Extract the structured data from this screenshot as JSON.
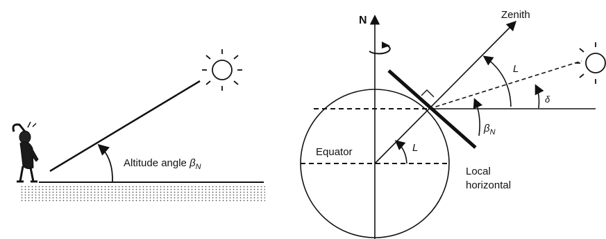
{
  "colors": {
    "ink": "#111111",
    "ground_dots": "#555555",
    "background": "#ffffff"
  },
  "left_panel": {
    "altitude_label_text": "Altitude angle ",
    "altitude_symbol": "β",
    "altitude_subscript": "N",
    "icons": [
      "observer-figure-icon",
      "sun-icon",
      "ground-hatching"
    ]
  },
  "right_panel": {
    "north_label": "N",
    "zenith_label": "Zenith",
    "latitude_symbol": "L",
    "declination_symbol": "δ",
    "beta_symbol": "β",
    "beta_subscript": "N",
    "equator_label": "Equator",
    "local_horizontal_line1": "Local",
    "local_horizontal_line2": "horizontal",
    "icons": [
      "earth-rotation-arrow-icon",
      "sun-icon",
      "right-angle-marker"
    ]
  }
}
